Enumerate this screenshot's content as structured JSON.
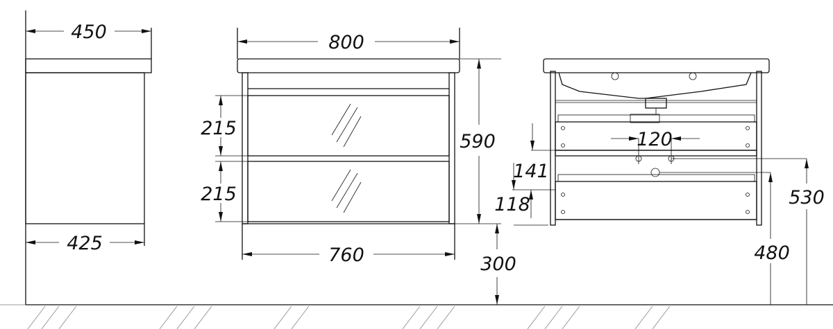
{
  "title": "Vanity unit dimension drawing",
  "views": {
    "side": {
      "top_depth": "450",
      "cabinet_depth": "425"
    },
    "front": {
      "top_width": "800",
      "cabinet_width": "760",
      "drawer_top_height": "215",
      "drawer_bottom_height": "215",
      "total_height": "590",
      "floor_clearance": "300"
    },
    "back": {
      "hole_spacing": "120",
      "upper_offset": "141",
      "lower_offset": "118",
      "inlet_height": "530",
      "drain_height": "480"
    }
  },
  "colors": {
    "line": "#111111",
    "hatch": "#999999"
  }
}
